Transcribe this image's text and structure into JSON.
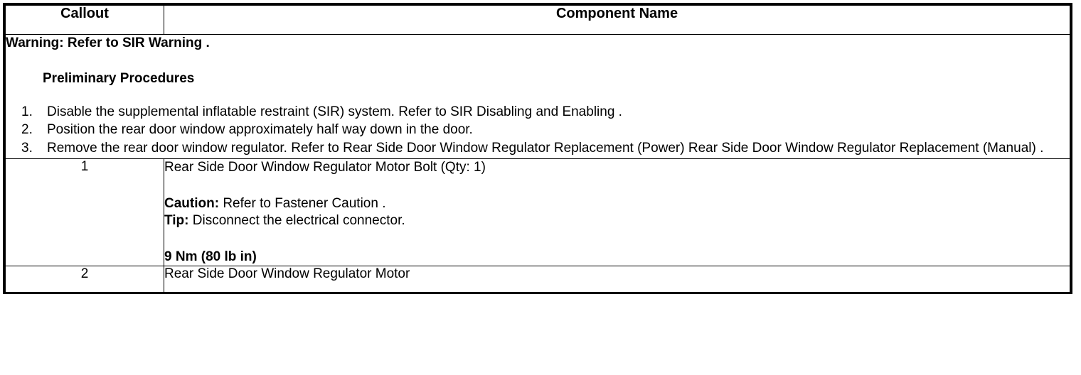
{
  "table": {
    "headers": {
      "callout": "Callout",
      "component": "Component Name"
    },
    "preliminary": {
      "warning": "Warning: Refer to SIR Warning .",
      "heading": "Preliminary Procedures",
      "steps": [
        "Disable the supplemental inflatable restraint (SIR) system. Refer to SIR Disabling and Enabling .",
        "Position the rear door window approximately half way down in the door.",
        "Remove the rear door window regulator. Refer to Rear Side Door Window Regulator Replacement (Power) Rear Side Door Window Regulator Replacement (Manual) ."
      ]
    },
    "rows": [
      {
        "callout": "1",
        "title": "Rear Side Door Window Regulator Motor Bolt (Qty: 1)",
        "caution_label": "Caution:",
        "caution_text": " Refer to Fastener Caution .",
        "tip_label": "Tip:",
        "tip_text": " Disconnect the electrical connector.",
        "torque": "9 Nm (80 lb in)"
      },
      {
        "callout": "2",
        "title": "Rear Side Door Window Regulator Motor"
      }
    ]
  }
}
